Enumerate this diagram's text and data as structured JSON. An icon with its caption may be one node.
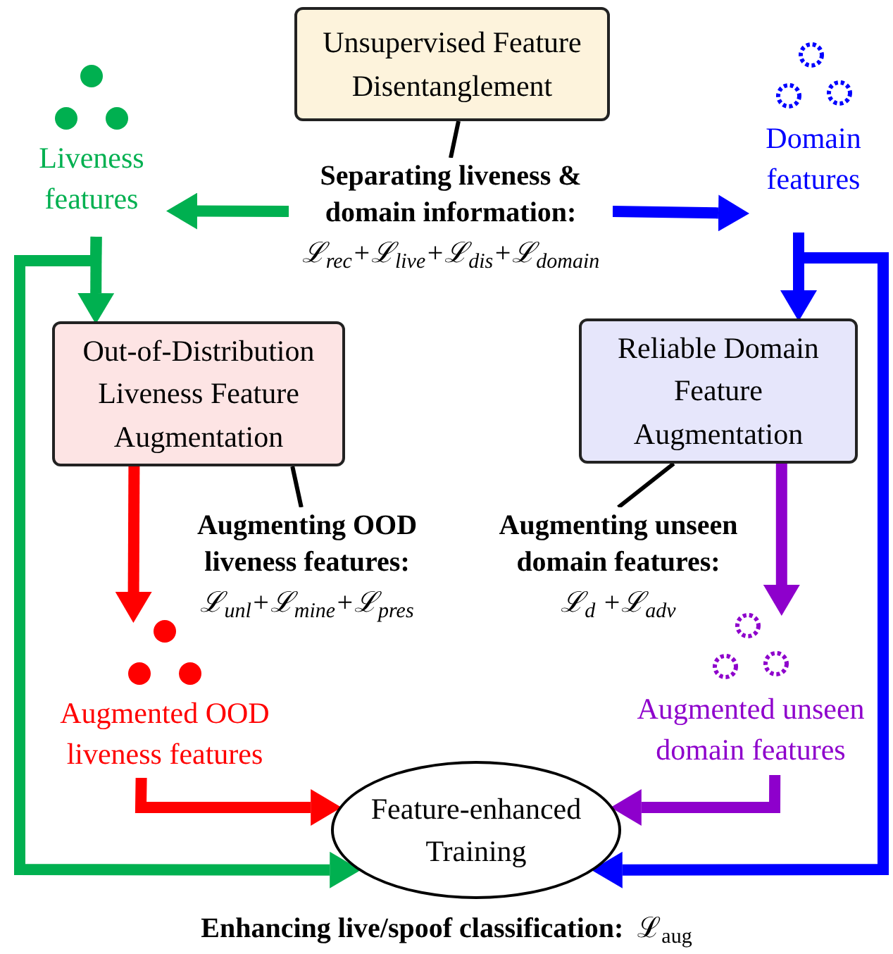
{
  "diagram": {
    "nodes": [
      {
        "text": [
          "Unsupervised Feature Disentanglement"
        ]
      },
      {
        "text": [
          "Separating liveness & domain information:",
          "ℒ$_{rec}$+ℒ$_{live}$+ℒ$_{dis}$+ℒ$_{domain}$"
        ]
      },
      {
        "text": [
          "Liveness features"
        ]
      },
      {
        "text": [
          "Domain features"
        ]
      },
      {
        "text": [
          "Out-of-Distribution Liveness Feature Augmentation"
        ]
      },
      {
        "text": [
          "Reliable Domain Feature Augmentation"
        ]
      },
      {
        "text": [
          "Augmenting OOD liveness features:",
          "ℒ$_{unl}$+ℒ$_{mine}$+ℒ$_{pres}$"
        ]
      },
      {
        "text": [
          "Augmenting unseen domain features:",
          "ℒ$_{d}$ +ℒ$_{adv}$"
        ]
      },
      {
        "text": [
          "Augmented OOD liveness features"
        ]
      },
      {
        "text": [
          "Augmented unseen domain features"
        ]
      },
      {
        "text": [
          "Feature-enhanced Training"
        ],
        "beside": [
          "**Enhancing live/spoof classification:**  ℒ$_{aug}$"
        ]
      }
    ],
    "edges": [
      {
        "from": 0,
        "to": 1,
        "arrow": "none",
        "color": "#000000"
      },
      {
        "from": 1,
        "to": 2,
        "arrow": "to",
        "color": "#00b050"
      },
      {
        "from": 1,
        "to": 3,
        "arrow": "to",
        "color": "#0000ff"
      },
      {
        "from": 2,
        "to": 4,
        "arrow": "to",
        "color": "#00b050"
      },
      {
        "from": 2,
        "to": 10,
        "arrow": "to",
        "color": "#00b050"
      },
      {
        "from": 3,
        "to": 5,
        "arrow": "to",
        "color": "#0000ff"
      },
      {
        "from": 3,
        "to": 10,
        "arrow": "to",
        "color": "#0000ff"
      },
      {
        "from": 4,
        "to": 6,
        "arrow": "none",
        "color": "#000000"
      },
      {
        "from": 5,
        "to": 7,
        "arrow": "none",
        "color": "#000000"
      },
      {
        "from": 4,
        "to": 8,
        "arrow": "to",
        "color": "#ff0000"
      },
      {
        "from": 5,
        "to": 9,
        "arrow": "to",
        "color": "#8e00cc"
      },
      {
        "from": 8,
        "to": 10,
        "arrow": "to",
        "color": "#ff0000"
      },
      {
        "from": 9,
        "to": 10,
        "arrow": "to",
        "color": "#8e00cc"
      }
    ]
  }
}
